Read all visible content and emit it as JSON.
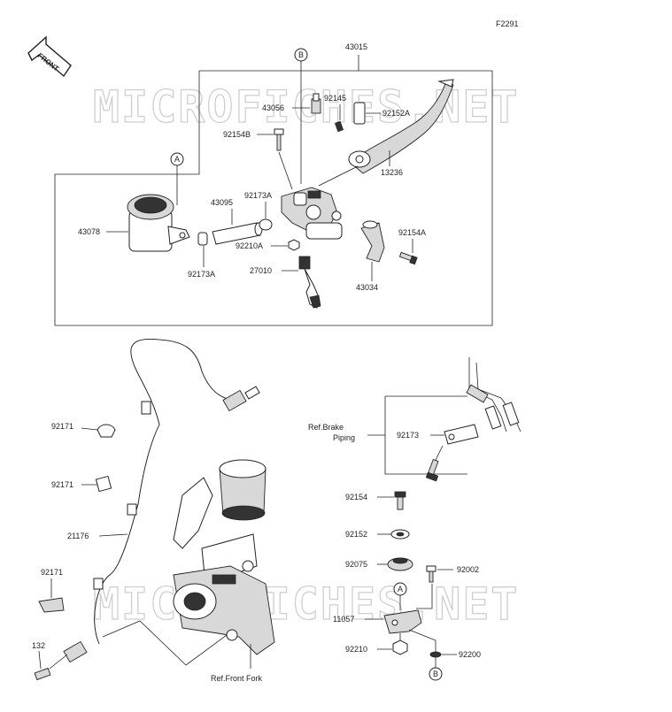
{
  "figure_code": "F2291",
  "front_label": "FRONT",
  "watermark": "MICROFICHES.NET",
  "callouts": {
    "a": "A",
    "b": "B"
  },
  "parts": {
    "p43015": "43015",
    "p43056": "43056",
    "p92145": "92145",
    "p92152A": "92152A",
    "p92154B": "92154B",
    "p13236": "13236",
    "p92173A_top": "92173A",
    "p43095": "43095",
    "p43078": "43078",
    "p92154A": "92154A",
    "p92210A": "92210A",
    "p92173A_bottom": "92173A",
    "p27010": "27010",
    "p43034": "43034",
    "p92171_1": "92171",
    "p92171_2": "92171",
    "p92171_3": "92171",
    "p21176": "21176",
    "p132": "132",
    "p92173": "92173",
    "p92154": "92154",
    "p92152": "92152",
    "p92075": "92075",
    "p92002": "92002",
    "p11057": "11057",
    "p92210": "92210",
    "p92200": "92200"
  },
  "refs": {
    "brake_piping_line1": "Ref.Brake",
    "brake_piping_line2": "Piping",
    "front_fork": "Ref.Front Fork"
  }
}
